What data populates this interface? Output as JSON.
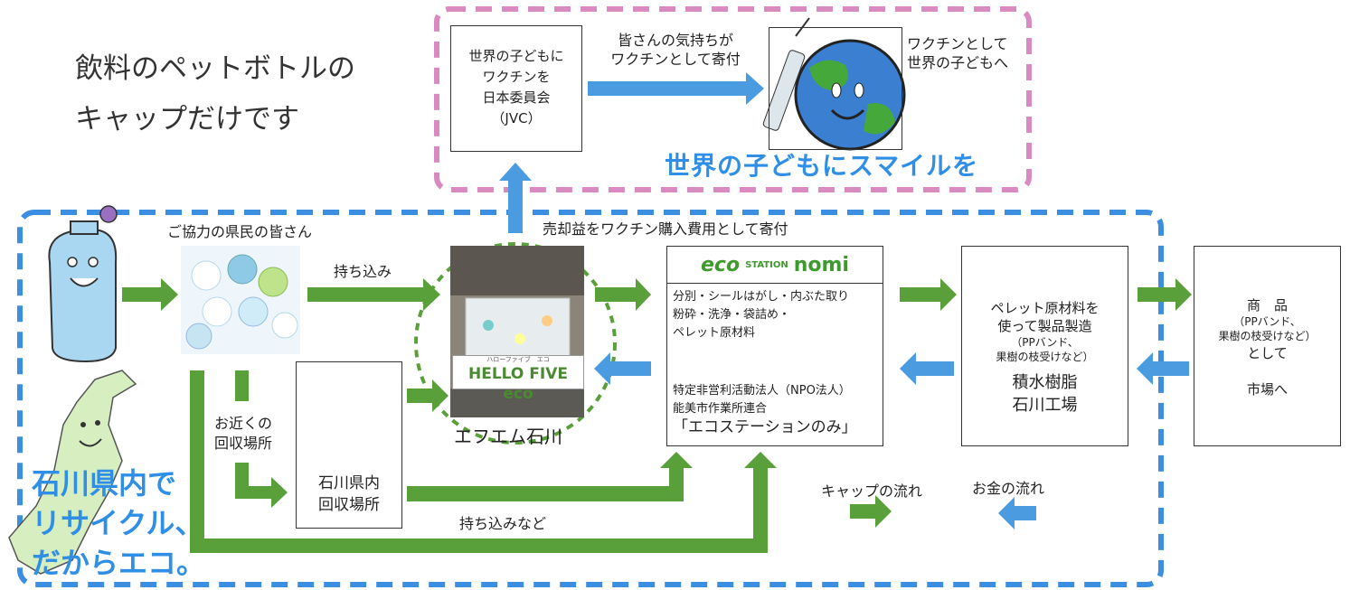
{
  "headline": {
    "line1": "飲料のペットボトルの",
    "line2": "キャップだけです"
  },
  "jvc": {
    "line1": "世界の子どもに",
    "line2": "ワクチンを",
    "line3": "日本委員会",
    "line4": "（JVC）"
  },
  "donation_caption": {
    "line1": "皆さんの気持ちが",
    "line2": "ワクチンとして寄付"
  },
  "vaccine_caption": {
    "line1": "ワクチンとして",
    "line2": "世界の子どもへ"
  },
  "smile_slogan": "世界の子どもにスマイルを",
  "sale_donation": "売却益をワクチン購入費用として寄付",
  "citizens_label": "ご協力の県民の皆さん",
  "bring_in": "持ち込み",
  "nearby": {
    "line1": "お近くの",
    "line2": "回収場所"
  },
  "ishikawa_collection": {
    "line1": "石川県内",
    "line2": "回収場所"
  },
  "bring_in_etc": "持ち込みなど",
  "fm_ishikawa": "エフエム石川",
  "hello_five_eco": {
    "main": "HELLO FIVE eco",
    "ruby": "ハローファイブ　エコ"
  },
  "eco_station": {
    "logo_eco": "eco",
    "logo_station": "STATION",
    "logo_nomi": "nomi",
    "task1": "分別・シールはがし・内ぶた取り",
    "task2": "粉砕・洗浄・袋詰め・",
    "task3": "ペレット原材料",
    "org1": "特定非営利活動法人（NPO法人）",
    "org2": "能美市作業所連合",
    "org3": "「エコステーションのみ」"
  },
  "sekisui": {
    "line1": "ペレット原材料を",
    "line2": "使って製品製造",
    "line3": "（PPバンド、",
    "line4": "果樹の枝受けなど）",
    "line5": "積水樹脂",
    "line6": "石川工場"
  },
  "product": {
    "line1": "商　品",
    "line2": "（PPバンド、",
    "line3": "果樹の枝受けなど）",
    "line4": "として",
    "line5": "市場へ"
  },
  "legend": {
    "cap_flow": "キャップの流れ",
    "money_flow": "お金の流れ"
  },
  "ishikawa_slogan": {
    "line1": "石川県内で",
    "line2": "リサイクル、",
    "line3": "だからエコ。"
  },
  "colors": {
    "green": "#5aa03a",
    "blue": "#4a9be0",
    "pink": "#d98ac0",
    "dash_blue": "#3c8ee0",
    "slogan_blue": "#2f8fe6"
  }
}
